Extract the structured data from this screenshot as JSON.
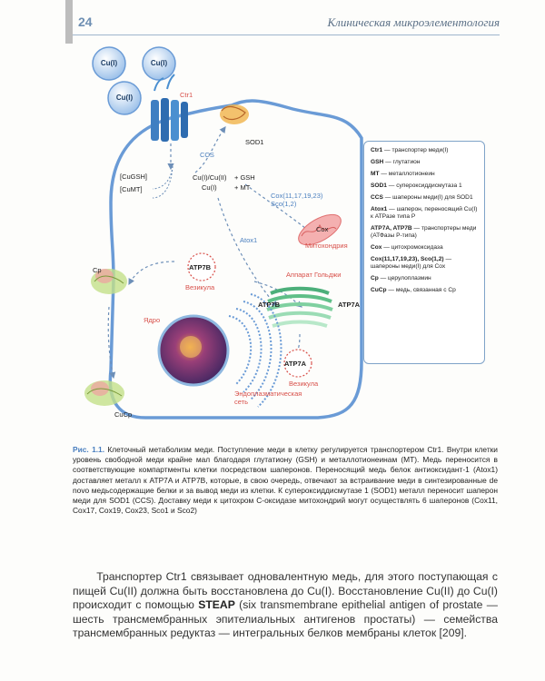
{
  "header": {
    "page_number": "24",
    "running_title": "Клиническая микроэлементология"
  },
  "figure": {
    "ions": [
      "Cu(I)",
      "Cu(I)",
      "Cu(I)"
    ],
    "labels": {
      "ctr1": "Ctr1",
      "sod1": "SOD1",
      "ccs": "CCS",
      "cugsh": "[CuGSH]",
      "cumt": "[CuMT]",
      "cu_center1": "Cu(I)/Cu(II)",
      "cu_center2": "Cu(I)",
      "gsh": "+ GSH",
      "mt": "+ MT",
      "cox_chaps1": "Cox(11,17,19,23)",
      "cox_chaps2": "Sco(1,2)",
      "cox": "Cox",
      "mito": "Митохондрия",
      "atox1": "Atox1",
      "golgi": "Аппарат Гольджи",
      "atp7b_ves": "ATP7B",
      "vesicle1": "Везикула",
      "cp": "Cp",
      "nucleus": "Ядро",
      "atp7b_golgi": "ATP7B",
      "atp7a_golgi": "ATP7A",
      "atp7a_ves": "ATP7A",
      "vesicle2": "Везикула",
      "er1": "Эндоплазматическая",
      "er2": "сеть",
      "cucp": "CuCp"
    },
    "legend": [
      {
        "term": "Ctr1",
        "def": " — транспортер меди(I)"
      },
      {
        "term": "GSH",
        "def": " — глутатион"
      },
      {
        "term": "MT",
        "def": " — металлотионеин"
      },
      {
        "term": "SOD1",
        "def": " — супероксиддисмутаза 1"
      },
      {
        "term": "CCS",
        "def": " — шапероны меди(I) для SOD1"
      },
      {
        "term": "Atox1",
        "def": " — шаперон, переносящий Cu(I) к  ATPазе типа Р"
      },
      {
        "term": "ATP7A, ATP7B",
        "def": " — транспортеры меди (АТФазы Р-типа)"
      },
      {
        "term": "Cox",
        "def": " — цитохромоксидаза"
      },
      {
        "term": "Cox(11,17,19,23), Sco(1,2)",
        "def": " — шапероны меди(I) для Cox"
      },
      {
        "term": "Cp",
        "def": " — церулоплазмин"
      },
      {
        "term": "CuCp",
        "def": " — медь, связанная с Cp"
      }
    ]
  },
  "caption": {
    "label": "Рис. 1.1.",
    "text": " Клеточный метаболизм меди. Поступление меди в клетку регулируется транспортером Ctr1. Внутри клетки уровень свободной меди крайне мал благодаря глутатиону (GSH) и металлотионеинам (MT). Медь переносится в соответствующие компартменты клетки посредством шаперонов. Переносящий медь белок антиоксидант-1 (Atox1) доставляет металл к ATP7A и ATP7B, которые, в свою очередь, отвечают за встраивание меди в синтезированные de novo медьсодержащие белки и за вывод меди из клетки. К супероксиддисмутазе 1 (SOD1) металл переносит шаперон меди для SOD1 (CCS). Доставку меди к цитохром С-оксидазе митохондрий могут осуществлять 6 шаперонов (Cox11, Cox17, Cox19, Cox23, Sco1 и Sco2)"
  },
  "body": {
    "part1": "Транспортер Ctr1 связывает одновалентную медь, для этого поступающая с пищей Cu(II) должна быть восстановлена до Cu(I). Восстановление Cu(II) до Cu(I) происходит с помощью ",
    "steap": "STEAP",
    "part2": " (six transmembrane epithelial antigen of prostate — шесть трансмембранных эпителиальных антигенов простаты) — семейства трансмембранных редуктаз — интегральных белков мембраны клеток [209]."
  },
  "colors": {
    "membrane": "#6a9bd6",
    "accent_red": "#d8504a",
    "accent_blue": "#4a7fbf",
    "text_blue": "#6e8fb3"
  }
}
